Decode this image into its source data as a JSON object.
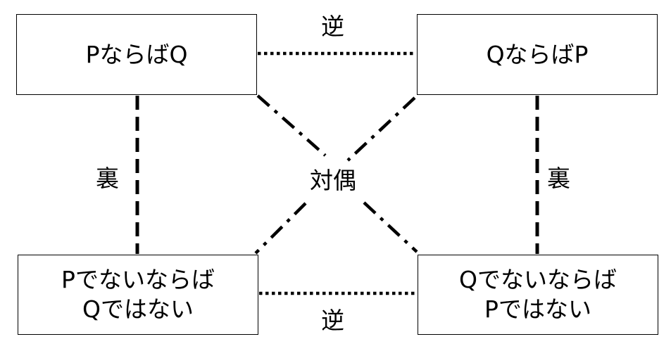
{
  "boxes": {
    "top_left": {
      "line1": "PならばQ",
      "line2": ""
    },
    "top_right": {
      "line1": "QならばP",
      "line2": ""
    },
    "bottom_left": {
      "line1": "Pでないならば",
      "line2": "Qではない"
    },
    "bottom_right": {
      "line1": "Qでないならば",
      "line2": "Pではない"
    }
  },
  "relations": {
    "converse_top": "逆",
    "converse_bottom": "逆",
    "inverse_left": "裏",
    "inverse_right": "裏",
    "contrapositive": "対偶"
  },
  "colors": {
    "line": "#000000",
    "text": "#000000",
    "background": "#ffffff"
  }
}
